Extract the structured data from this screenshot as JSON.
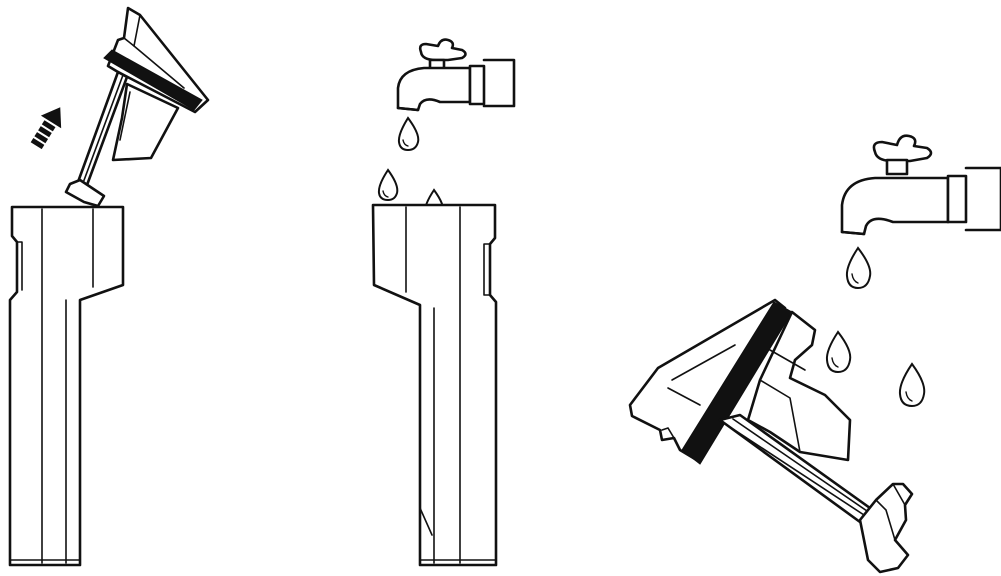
{
  "diagram": {
    "steps": [
      {
        "id": "remove-cartridge",
        "label": ""
      },
      {
        "id": "rinse-body",
        "label": ""
      },
      {
        "id": "rinse-cartridge",
        "label": ""
      }
    ]
  },
  "colors": {
    "line": "#111111",
    "background": "#ffffff"
  }
}
